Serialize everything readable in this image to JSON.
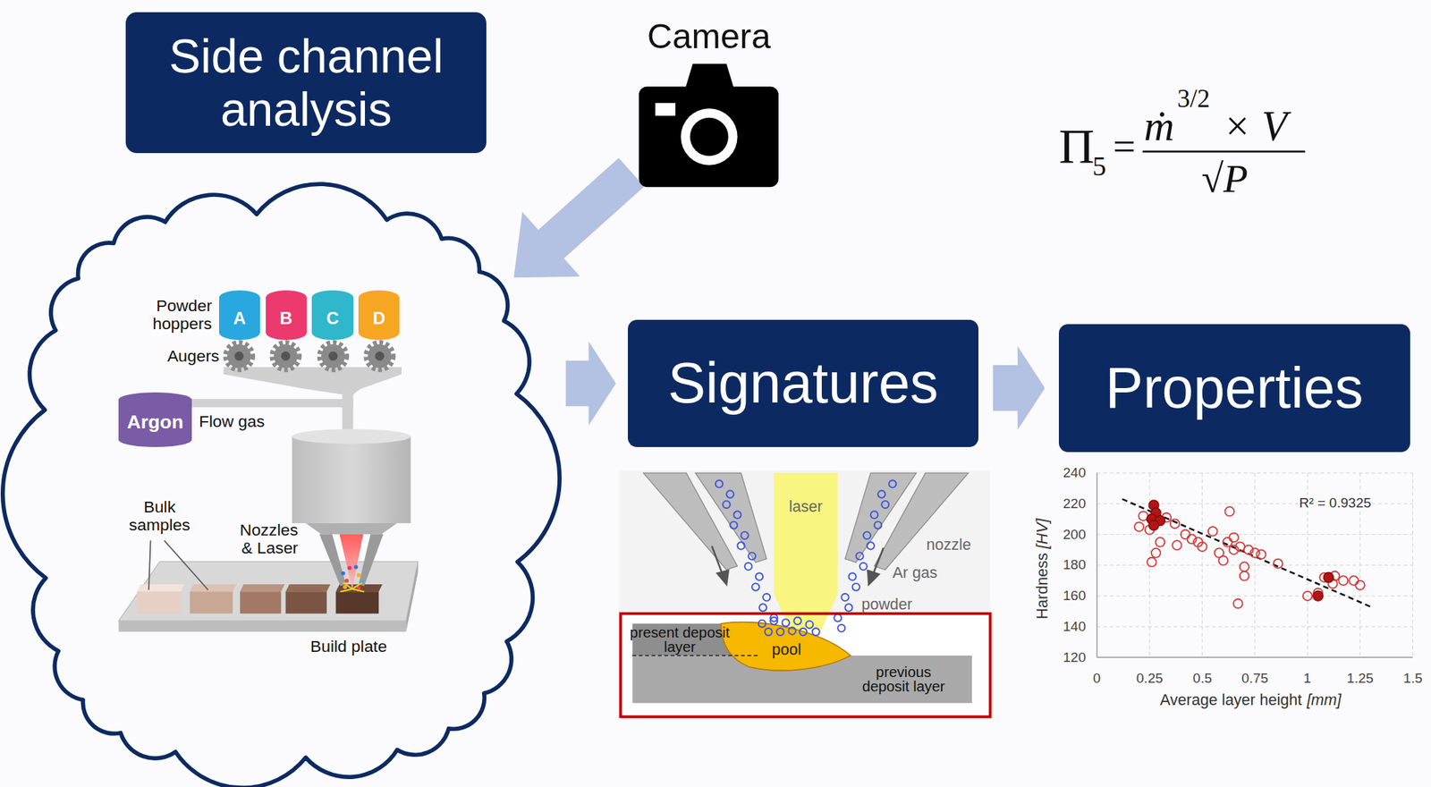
{
  "diagram": {
    "nodes": [
      {
        "text": [
          "Side channel analysis"
        ]
      },
      {
        "text": [
          "Camera"
        ]
      },
      {
        "text": [
          "Powder hoppers",
          "Augers",
          "Flow gas",
          "Bulk samples",
          "Nozzles & Laser",
          "Build plate"
        ]
      },
      {
        "text": [
          "A"
        ],
        "in": 2
      },
      {
        "text": [
          "B"
        ],
        "in": 2
      },
      {
        "text": [
          "C"
        ],
        "in": 2
      },
      {
        "text": [
          "D"
        ],
        "in": 2
      },
      {
        "text": [
          "Argon"
        ],
        "in": 2
      },
      {
        "text": [
          "Signatures"
        ]
      },
      {
        "text": [
          "Properties"
        ]
      }
    ],
    "edges": [
      {
        "from": 1,
        "to": 2,
        "arrow": "to"
      },
      {
        "from": 2,
        "to": 8,
        "arrow": "to"
      },
      {
        "from": 8,
        "to": 9,
        "arrow": "to"
      }
    ],
    "labels": [
      "Π",
      "5",
      "=",
      "ṁ",
      "3/2",
      "× V",
      "√P",
      "laser",
      "nozzle",
      "Ar gas",
      "powder",
      "present deposit layer",
      "pool",
      "previous deposit layer",
      "240",
      "220",
      "200",
      "180",
      "160",
      "140",
      "120",
      "0",
      "0.25",
      "0.5",
      "0.75",
      "1",
      "1.25",
      "1.5",
      "Hardness",
      "[HV]",
      "Average layer height",
      "[mm]",
      "R² = 0.9325"
    ]
  }
}
